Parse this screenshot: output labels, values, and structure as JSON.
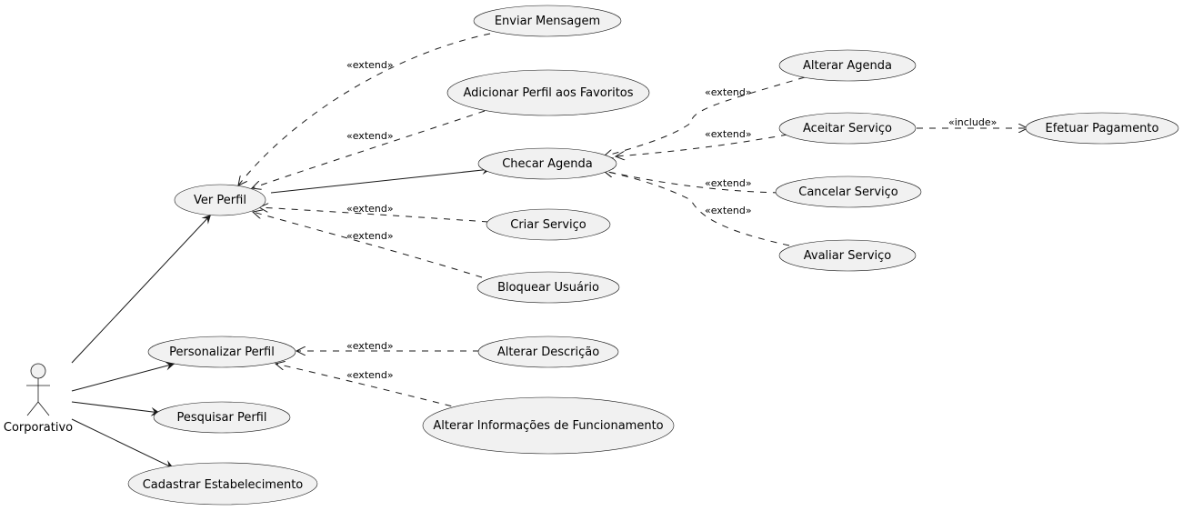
{
  "actor": {
    "name": "Corporativo"
  },
  "use_cases": {
    "enviar_mensagem": "Enviar Mensagem",
    "adicionar_favoritos": "Adicionar Perfil aos Favoritos",
    "checar_agenda": "Checar Agenda",
    "ver_perfil": "Ver Perfil",
    "criar_servico": "Criar Serviço",
    "bloquear_usuario": "Bloquear Usuário",
    "alterar_agenda": "Alterar Agenda",
    "aceitar_servico": "Aceitar Serviço",
    "efetuar_pagamento": "Efetuar Pagamento",
    "cancelar_servico": "Cancelar Serviço",
    "avaliar_servico": "Avaliar Serviço",
    "personalizar_perfil": "Personalizar Perfil",
    "alterar_descricao": "Alterar Descrição",
    "alterar_informacoes": "Alterar Informações de Funcionamento",
    "pesquisar_perfil": "Pesquisar Perfil",
    "cadastrar_estabelecimento": "Cadastrar Estabelecimento"
  },
  "stereotypes": {
    "extend": "«extend»",
    "include": "«include»"
  },
  "colors": {
    "usecase_fill": "#f1f1f1",
    "line": "#181818"
  }
}
